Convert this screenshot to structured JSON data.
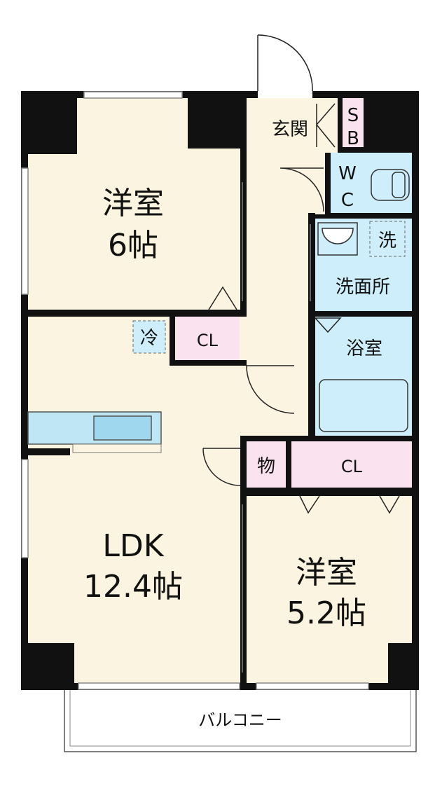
{
  "rooms": {
    "western_room_1": {
      "name": "洋室",
      "size": "6帖"
    },
    "ldk": {
      "name": "LDK",
      "size": "12.4帖"
    },
    "western_room_2": {
      "name": "洋室",
      "size": "5.2帖"
    },
    "entrance": "玄関",
    "shoe_box": {
      "line1": "S",
      "line2": "B"
    },
    "toilet": {
      "line1": "W",
      "line2": "C"
    },
    "washroom": "洗面所",
    "washing_machine": "洗",
    "bathroom": "浴室",
    "fridge": "冷",
    "closet_1": "CL",
    "closet_2": "CL",
    "storage": "物",
    "balcony": "バルコニー"
  },
  "colors": {
    "floor": "#fbf4e0",
    "water": "#cdeefa",
    "closet": "#fae3ee",
    "wall": "#111111"
  }
}
